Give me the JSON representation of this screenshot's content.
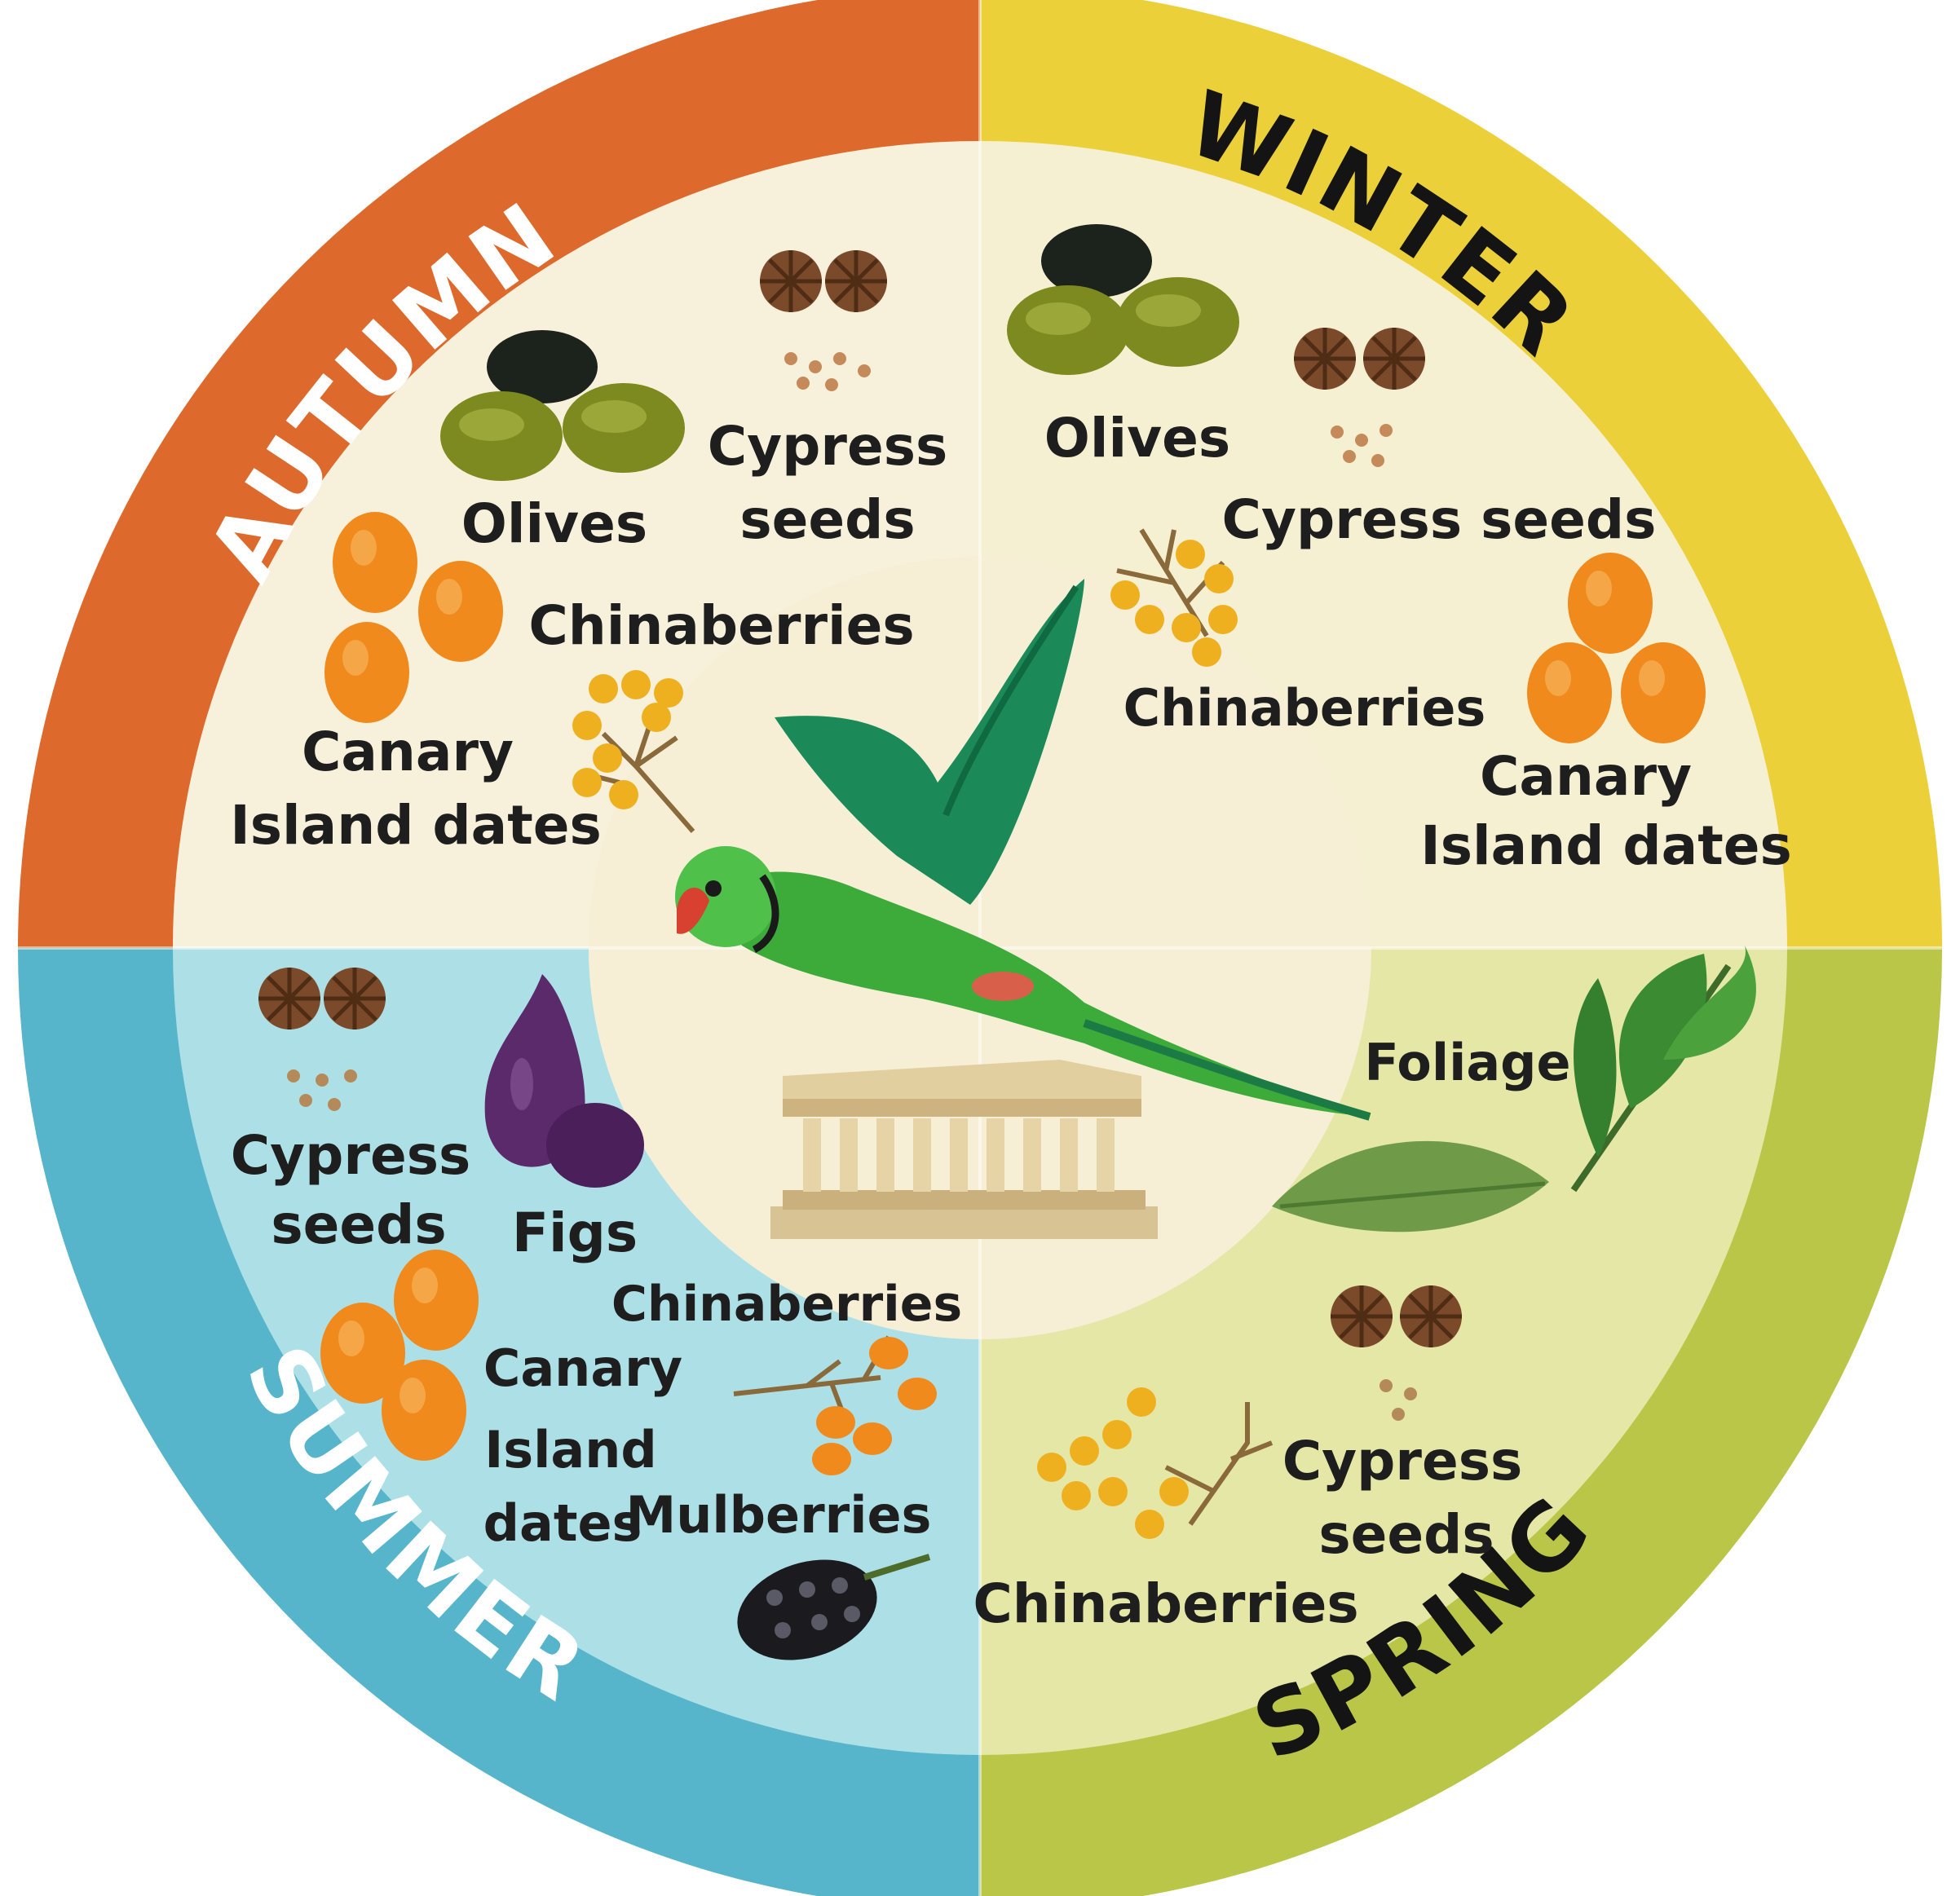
{
  "title": "",
  "colors": {
    "autumn": "#dd6a2c",
    "winter": "#ecd03a",
    "spring": "#b9c648",
    "summer": "#57b5cb",
    "center": "#f7f1dc",
    "parakeet": "#3cab3a"
  },
  "seasons": {
    "autumn": {
      "name": "AUTUMN",
      "foods": {
        "olives": "Olives",
        "cypress_1": "Cypress",
        "cypress_2": "seeds",
        "chinaberries": "Chinaberries",
        "dates_1": "Canary",
        "dates_2": "Island dates"
      }
    },
    "winter": {
      "name": "WINTER",
      "foods": {
        "olives": "Olives",
        "cypress": "Cypress seeds",
        "chinaberries": "Chinaberries",
        "dates_1": "Canary",
        "dates_2": "Island dates"
      }
    },
    "spring": {
      "name": "SPRING",
      "foods": {
        "foliage": "Foliage",
        "cypress_1": "Cypress",
        "cypress_2": "seeds",
        "chinaberries": "Chinaberries"
      }
    },
    "summer": {
      "name": "SUMMER",
      "foods": {
        "cypress_1": "Cypress",
        "cypress_2": "seeds",
        "figs": "Figs",
        "chinaberries": "Chinaberries",
        "dates_1": "Canary",
        "dates_2": "Island",
        "dates_3": "dates",
        "mulberries": "Mulberries"
      }
    }
  },
  "icons": [
    "olive-icon",
    "cypress-cone-icon",
    "chinaberry-icon",
    "canary-date-icon",
    "fig-icon",
    "mulberry-icon",
    "leaf-icon",
    "parakeet-icon",
    "temple-icon"
  ]
}
